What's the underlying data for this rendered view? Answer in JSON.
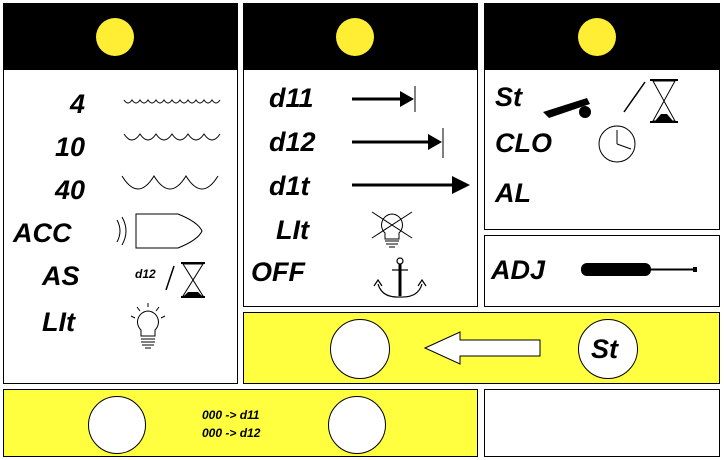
{
  "panel_left": {
    "items": [
      {
        "label": "4",
        "icon": "small-wave-icon"
      },
      {
        "label": "10",
        "icon": "medium-wave-icon"
      },
      {
        "label": "40",
        "icon": "large-wave-icon"
      },
      {
        "label": "ACC",
        "icon": "boat-sonar-icon"
      },
      {
        "label": "AS",
        "icon": "hourglass-icon",
        "sub_label": "d12"
      },
      {
        "label": "LIt",
        "icon": "lightbulb-on-icon"
      }
    ]
  },
  "panel_middle": {
    "items": [
      {
        "label": "d11",
        "icon": "short-arrow-stop-icon"
      },
      {
        "label": "d12",
        "icon": "long-arrow-stop-icon"
      },
      {
        "label": "d1t",
        "icon": "arrow-icon"
      },
      {
        "label": "LIt",
        "icon": "lightbulb-off-icon"
      },
      {
        "label": "OFF",
        "icon": "anchor-icon"
      }
    ]
  },
  "panel_right": {
    "items": [
      {
        "label": "St",
        "icon": "cannon-hourglass-icon"
      },
      {
        "label": "CLO",
        "icon": "clock-icon"
      },
      {
        "label": "AL",
        "icon": ""
      }
    ]
  },
  "panel_adjust": {
    "label": "ADJ",
    "icon": "screwdriver-icon"
  },
  "panel_start": {
    "button_label": "St"
  },
  "panel_reset": {
    "line1": "000 -> d11",
    "line2": "000 -> d12"
  },
  "colors": {
    "yellow": "#ffff40",
    "sun": "#ffee33",
    "header": "#000000"
  }
}
